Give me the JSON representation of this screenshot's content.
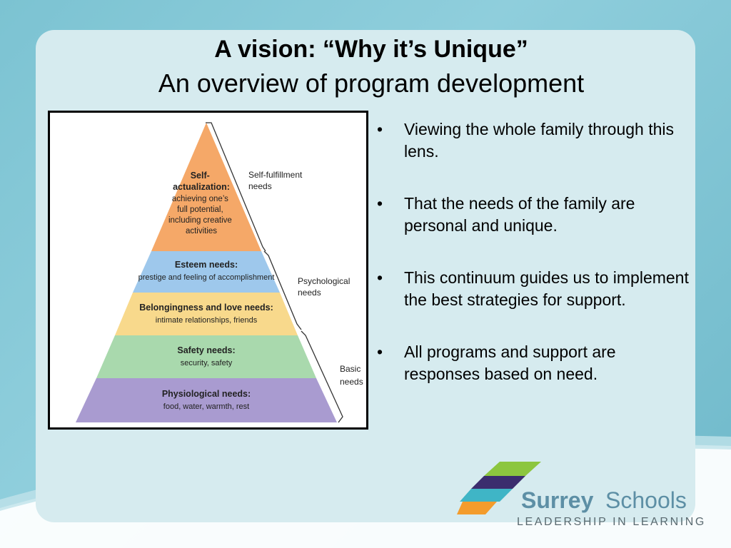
{
  "slide": {
    "title": "A vision: “Why it’s Unique”",
    "subtitle": "An overview of program development"
  },
  "bullets": [
    "Viewing the whole family through this lens.",
    "That the needs of the family are personal and unique.",
    "This continuum guides us to implement the best strategies for support.",
    "All programs and support are responses based on need."
  ],
  "pyramid": {
    "levels": [
      {
        "title": "Self-",
        "title2": "actualization:",
        "desc": [
          "achieving one’s",
          "full potential,",
          "including creative",
          "activities"
        ],
        "color": "#f5a868"
      },
      {
        "title": "Esteem needs:",
        "desc": [
          "prestige and feeling of accomplishment"
        ],
        "color": "#9ec8ec"
      },
      {
        "title": "Belongingness and love needs:",
        "desc": [
          "intimate relationships, friends"
        ],
        "color": "#f8d98c"
      },
      {
        "title": "Safety needs:",
        "desc": [
          "security, safety"
        ],
        "color": "#a9d9ad"
      },
      {
        "title": "Physiological needs:",
        "desc": [
          "food, water, warmth, rest"
        ],
        "color": "#a99bd0"
      }
    ],
    "brackets": [
      {
        "line1": "Self-fulfillment",
        "line2": "needs"
      },
      {
        "line1": "Psychological",
        "line2": "needs"
      },
      {
        "line1": "Basic",
        "line2": "needs"
      }
    ]
  },
  "logo": {
    "word1": "Surrey",
    "word2": "Schools",
    "tagline": "LEADERSHIP IN LEARNING"
  },
  "colors": {
    "background": "#7cc3d2",
    "card": "#d6ebef",
    "logo_text": "#5d8fa5",
    "logo_purple": "#3b2d6e",
    "logo_green": "#8cc63f",
    "logo_teal": "#3fb5c6",
    "logo_orange": "#f39c2c"
  }
}
